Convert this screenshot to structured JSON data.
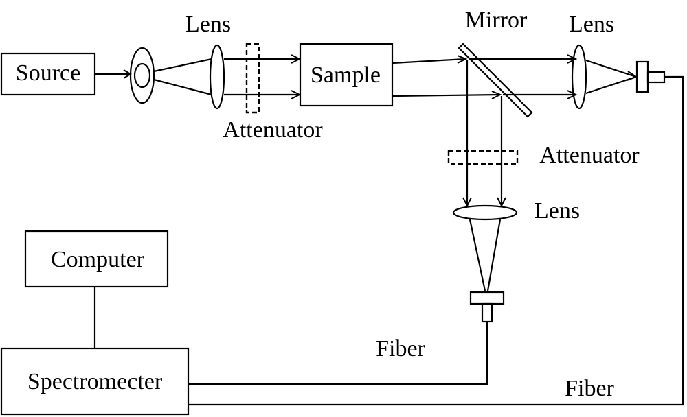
{
  "labels": {
    "source": "Source",
    "sample": "Sample",
    "computer": "Computer",
    "spectrometer": "Spectromecter",
    "lens": "Lens",
    "mirror": "Mirror",
    "attenuator": "Attenuator",
    "fiber": "Fiber"
  }
}
